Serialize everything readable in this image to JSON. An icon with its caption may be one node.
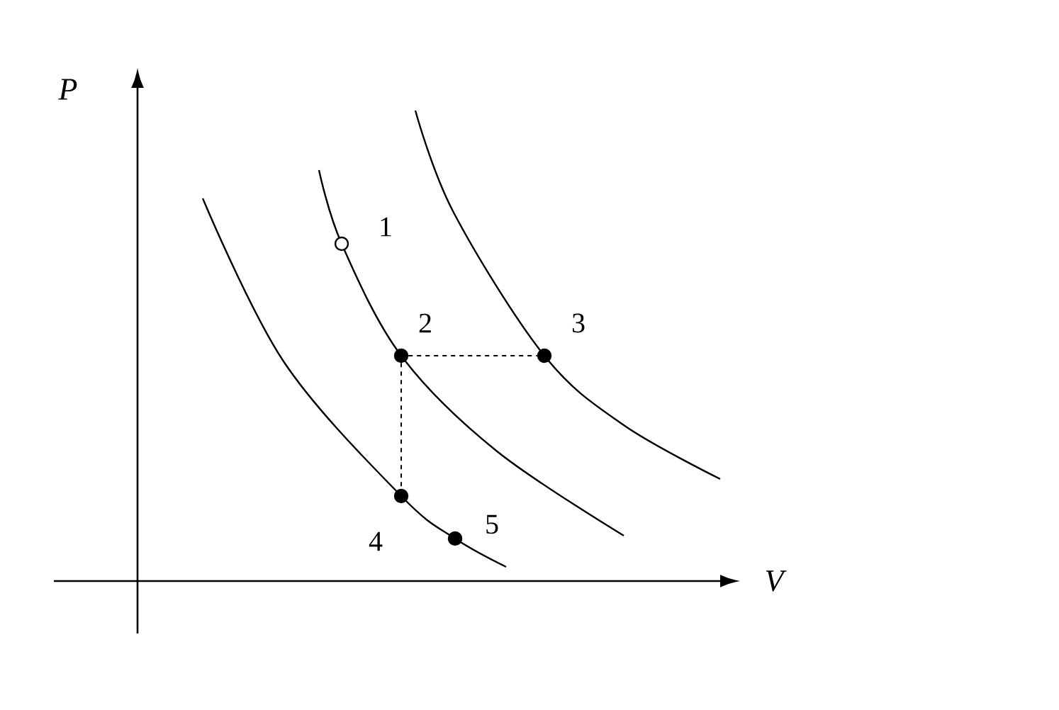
{
  "diagram": {
    "nodes": [
      {
        "text": [],
        "shape": "circle",
        "beside": [
          "1"
        ]
      },
      {
        "text": [],
        "shape": "circle",
        "beside": [
          "2"
        ]
      },
      {
        "text": [],
        "shape": "circle",
        "beside": [
          "3"
        ]
      },
      {
        "text": [],
        "shape": "circle",
        "beside": [
          "4"
        ]
      },
      {
        "text": [],
        "shape": "circle",
        "beside": [
          "5"
        ]
      }
    ],
    "edges": [
      {
        "from": 1,
        "to": 2,
        "arrow": "none",
        "style": "dashed"
      },
      {
        "from": 1,
        "to": 3,
        "arrow": "none",
        "style": "dashed"
      }
    ],
    "labels": [
      "P",
      "V"
    ]
  }
}
